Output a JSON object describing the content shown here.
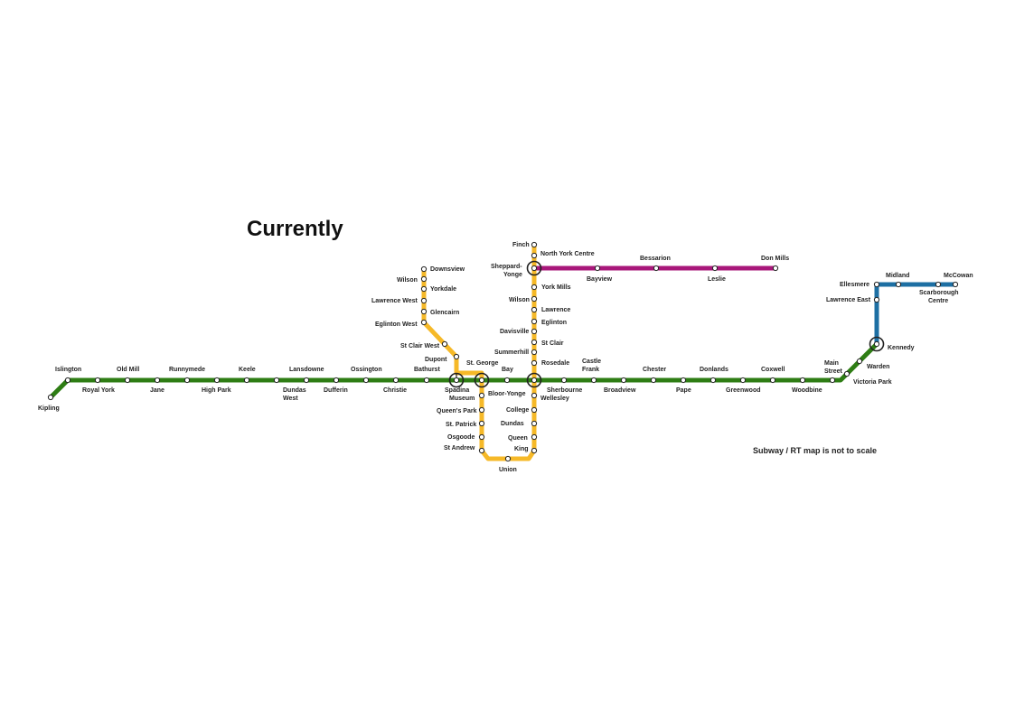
{
  "title": "Currently",
  "note": "Subway / RT map is not to scale",
  "colors": {
    "bloor_danforth": "#2e7d14",
    "yonge_university": "#f6b928",
    "sheppard": "#a8177a",
    "scarborough_rt": "#1d6fa3"
  },
  "stations": {
    "kipling": "Kipling",
    "islington": "Islington",
    "royal_york": "Royal York",
    "old_mill": "Old Mill",
    "jane": "Jane",
    "runnymede": "Runnymede",
    "high_park": "High Park",
    "keele": "Keele",
    "dundas_west_1": "Dundas",
    "dundas_west_2": "West",
    "lansdowne": "Lansdowne",
    "dufferin": "Dufferin",
    "ossington": "Ossington",
    "christie": "Christie",
    "bathurst": "Bathurst",
    "spadina_1": "Spadina",
    "spadina_2": "Museum",
    "st_george": "St. George",
    "bay": "Bay",
    "bloor_yonge": "Bloor-Yonge",
    "sherbourne": "Sherbourne",
    "wellesley": "Wellesley",
    "castle_frank_1": "Castle",
    "castle_frank_2": "Frank",
    "broadview": "Broadview",
    "chester": "Chester",
    "pape": "Pape",
    "donlands": "Donlands",
    "greenwood": "Greenwood",
    "coxwell": "Coxwell",
    "woodbine": "Woodbine",
    "main_street_1": "Main",
    "main_street_2": "Street",
    "victoria_park": "Victoria Park",
    "warden": "Warden",
    "kennedy": "Kennedy",
    "lawrence_east": "Lawrence East",
    "ellesmere": "Ellesmere",
    "midland": "Midland",
    "scarborough_centre_1": "Scarborough",
    "scarborough_centre_2": "Centre",
    "mccowan": "McCowan",
    "downsview": "Downsview",
    "wilson_w": "Wilson",
    "yorkdale": "Yorkdale",
    "lawrence_west": "Lawrence West",
    "glencairn": "Glencairn",
    "eglinton_west": "Eglinton West",
    "st_clair_west": "St Clair West",
    "dupont": "Dupont",
    "queens_park": "Queen's Park",
    "st_patrick": "St. Patrick",
    "osgoode": "Osgoode",
    "st_andrew": "St Andrew",
    "union": "Union",
    "king": "King",
    "queen": "Queen",
    "dundas": "Dundas",
    "college": "College",
    "rosedale": "Rosedale",
    "summerhill": "Summerhill",
    "st_clair": "St Clair",
    "davisville": "Davisville",
    "eglinton": "Eglinton",
    "lawrence": "Lawrence",
    "wilson_e": "Wilson",
    "york_mills": "York Mills",
    "sheppard_yonge_1": "Sheppard-",
    "sheppard_yonge_2": "Yonge",
    "north_york_centre": "North York Centre",
    "finch": "Finch",
    "bayview": "Bayview",
    "bessarion": "Bessarion",
    "leslie": "Leslie",
    "don_mills": "Don Mills"
  }
}
